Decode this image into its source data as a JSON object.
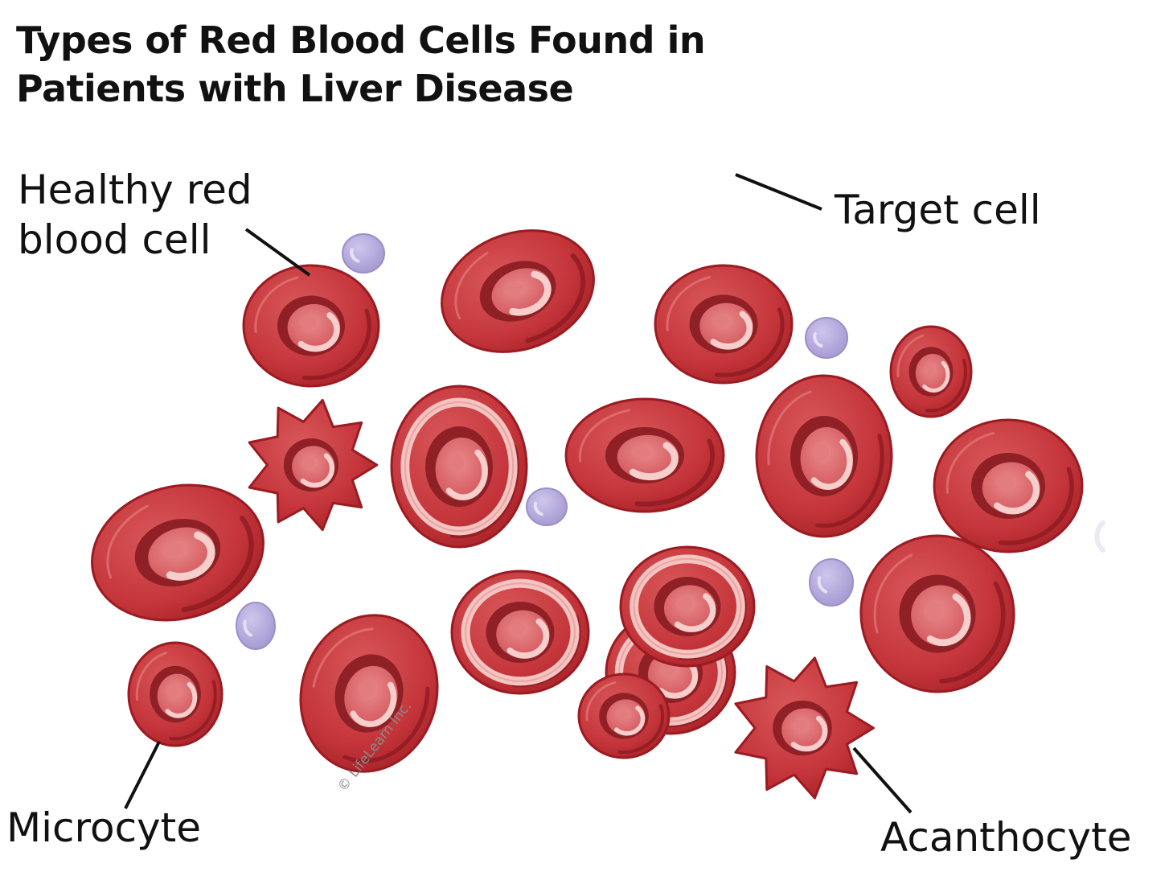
{
  "title": {
    "line1": "Types of Red Blood Cells Found in",
    "line2": "Patients with Liver Disease"
  },
  "labels": {
    "healthy_line1": "Healthy red",
    "healthy_line2": "blood cell",
    "target": "Target cell",
    "microcyte": "Microcyte",
    "acanthocyte": "Acanthocyte"
  },
  "copyright": "© LifeLearn Inc.",
  "colors": {
    "cell_fill": "#c4353a",
    "cell_outline": "#9b1b22",
    "cell_center": "#d9686c",
    "target_ring": "#f4c4c1",
    "platelet": "#b3a7d9",
    "leader_line": "#111111"
  }
}
